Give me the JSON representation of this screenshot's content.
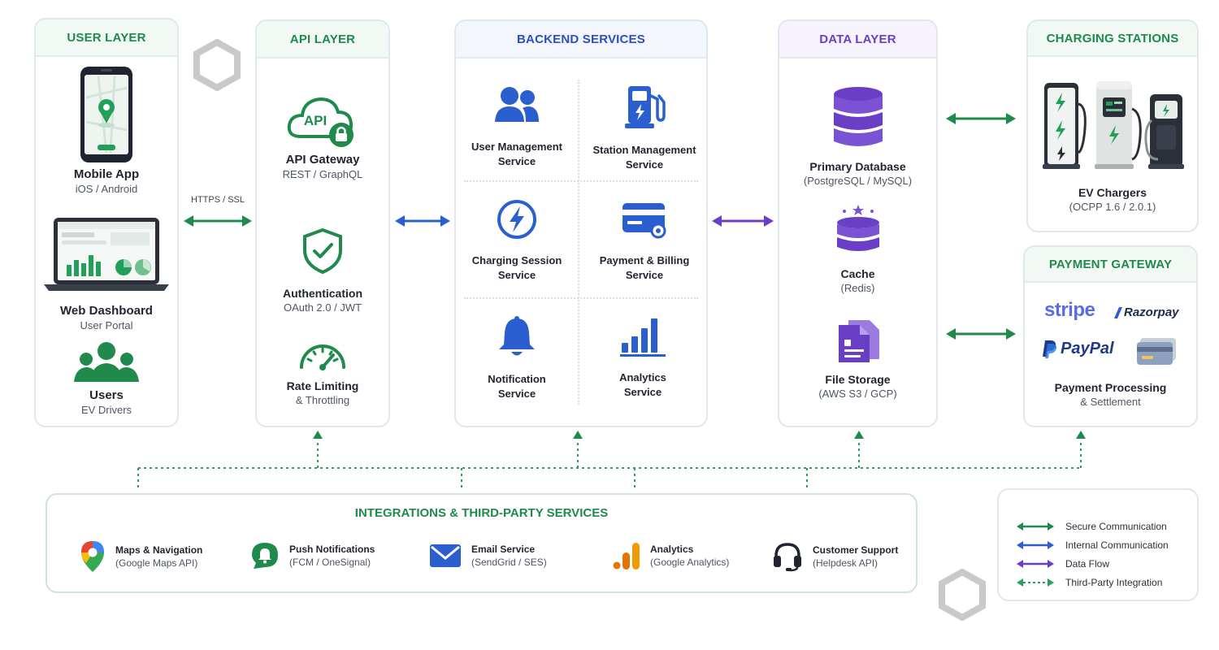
{
  "user_layer": {
    "header": "USER LAYER",
    "mobile": {
      "title": "Mobile App",
      "sub": "iOS / Android"
    },
    "web": {
      "title": "Web Dashboard",
      "sub": "User Portal"
    },
    "users": {
      "title": "Users",
      "sub": "EV Drivers"
    }
  },
  "link_label": "HTTPS / SSL",
  "api_layer": {
    "header": "API LAYER",
    "cloud_text": "API",
    "gateway": {
      "title": "API Gateway",
      "sub": "REST / GraphQL"
    },
    "auth": {
      "title": "Authentication",
      "sub": "OAuth 2.0 / JWT"
    },
    "rate": {
      "title": "Rate Limiting",
      "sub": "& Throttling"
    }
  },
  "backend": {
    "header": "BACKEND SERVICES",
    "services": [
      {
        "line1": "User Management",
        "line2": "Service"
      },
      {
        "line1": "Station Management",
        "line2": "Service"
      },
      {
        "line1": "Charging Session",
        "line2": "Service"
      },
      {
        "line1": "Payment & Billing",
        "line2": "Service"
      },
      {
        "line1": "Notification",
        "line2": "Service"
      },
      {
        "line1": "Analytics",
        "line2": "Service"
      }
    ]
  },
  "data_layer": {
    "header": "DATA LAYER",
    "db": {
      "title": "Primary Database",
      "sub": "(PostgreSQL / MySQL)"
    },
    "cache": {
      "title": "Cache",
      "sub": "(Redis)"
    },
    "files": {
      "title": "File Storage",
      "sub": "(AWS S3 / GCP)"
    }
  },
  "charging": {
    "header": "CHARGING STATIONS",
    "title": "EV Chargers",
    "sub": "(OCPP 1.6 / 2.0.1)"
  },
  "payment": {
    "header": "PAYMENT GATEWAY",
    "logos": {
      "stripe": "stripe",
      "razorpay": "Razorpay",
      "paypal": "PayPal"
    },
    "title": "Payment Processing",
    "sub": "& Settlement"
  },
  "integrations": {
    "header": "INTEGRATIONS & THIRD-PARTY SERVICES",
    "items": [
      {
        "title": "Maps & Navigation",
        "sub": "(Google Maps API)",
        "icon": "map-pin-icon"
      },
      {
        "title": "Push Notifications",
        "sub": "(FCM / OneSignal)",
        "icon": "chat-bell-icon"
      },
      {
        "title": "Email Service",
        "sub": "(SendGrid / SES)",
        "icon": "envelope-icon"
      },
      {
        "title": "Analytics",
        "sub": "(Google Analytics)",
        "icon": "analytics-bars-icon"
      },
      {
        "title": "Customer Support",
        "sub": "(Helpdesk API)",
        "icon": "headset-icon"
      }
    ]
  },
  "legend": {
    "items": [
      {
        "label": "Secure Communication",
        "color": "#1f8a4c"
      },
      {
        "label": "Internal Communication",
        "color": "#2b5fd0"
      },
      {
        "label": "Data Flow",
        "color": "#6a3fc6"
      },
      {
        "label": "Third-Party Integration",
        "color": "#2aa162"
      }
    ]
  },
  "colors": {
    "green": "#1f8a4c",
    "blue": "#2b5fd0",
    "purple": "#6a3fc6",
    "navy": "#1e3fb8"
  }
}
